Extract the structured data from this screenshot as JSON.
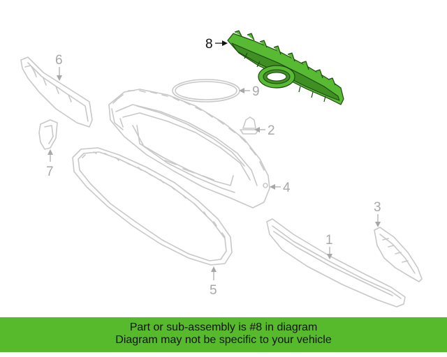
{
  "banner": {
    "line1": "Part or sub-assembly is #8 in diagram",
    "line2": "Diagram may not be specific to your vehicle",
    "background": "#57ba2c"
  },
  "highlight_color": "#57ba32",
  "callouts": {
    "c1": "1",
    "c2": "2",
    "c3": "3",
    "c4": "4",
    "c5": "5",
    "c6": "6",
    "c7": "7",
    "c8": "8",
    "c9": "9"
  },
  "selected_part": "8"
}
